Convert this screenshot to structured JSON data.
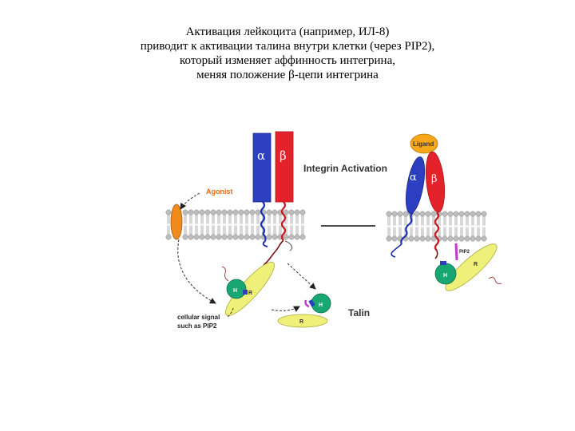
{
  "caption": {
    "lines": [
      "Активация лейкоцита (например, ИЛ-8)",
      "приводит к активации талина внутри клетки (через PIP2),",
      "который изменяет аффинность интегрина,",
      "меняя положение β-цепи интегрина"
    ]
  },
  "diagram": {
    "alpha": "α",
    "beta": "β",
    "integrin_activation": "Integrin Activation",
    "agonist": "Agonist",
    "ligand": "Ligand",
    "talin": "Talin",
    "cellular_signal_line1": "cellular signal",
    "cellular_signal_line2": "such as PIP2",
    "h": "H",
    "r": "R",
    "pip2": "PIP2",
    "colors": {
      "alpha_chain": "#2b3fc0",
      "beta_chain": "#e3222b",
      "agonist": "#f08a1c",
      "ligand": "#f7a81a",
      "talin_head": "#18a673",
      "talin_rod": "#eef07a",
      "pip2": "#c23ac8",
      "membrane_head": "#bdbdbd"
    }
  }
}
